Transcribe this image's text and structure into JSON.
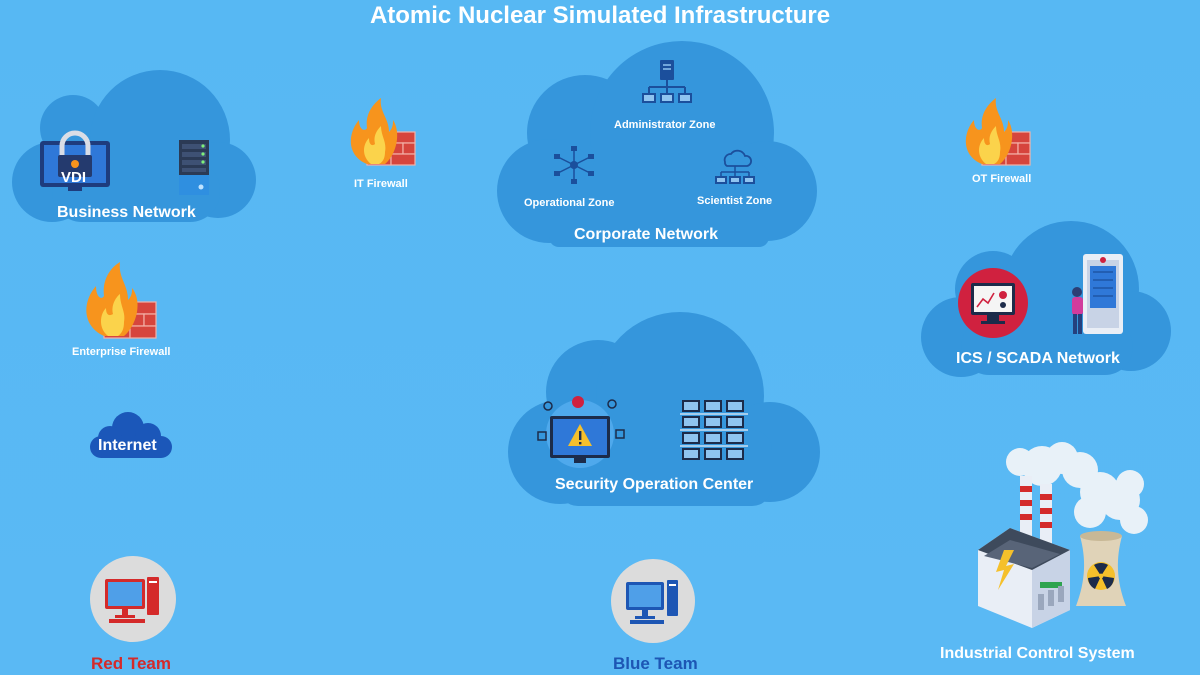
{
  "title": "Atomic Nuclear Simulated Infrastructure",
  "business": {
    "label": "Business Network",
    "vdi": "VDI"
  },
  "it_firewall": "IT Firewall",
  "ot_firewall": "OT Firewall",
  "enterprise_firewall": "Enterprise Firewall",
  "corporate": {
    "label": "Corporate Network",
    "administrator": "Administrator Zone",
    "operational": "Operational Zone",
    "scientist": "Scientist Zone"
  },
  "scada": {
    "label": "ICS / SCADA Network"
  },
  "internet": "Internet",
  "soc": {
    "label": "Security Operation Center"
  },
  "red_team": {
    "label": "Red Team",
    "color": "#d42a2a"
  },
  "blue_team": {
    "label": "Blue Team",
    "color": "#1d56b4"
  },
  "ics": {
    "label": "Industrial Control System"
  },
  "colors": {
    "cloud": "#3596dc",
    "background": "#57b8f3",
    "brick": "#d6453d",
    "flame": "#f7941d"
  }
}
